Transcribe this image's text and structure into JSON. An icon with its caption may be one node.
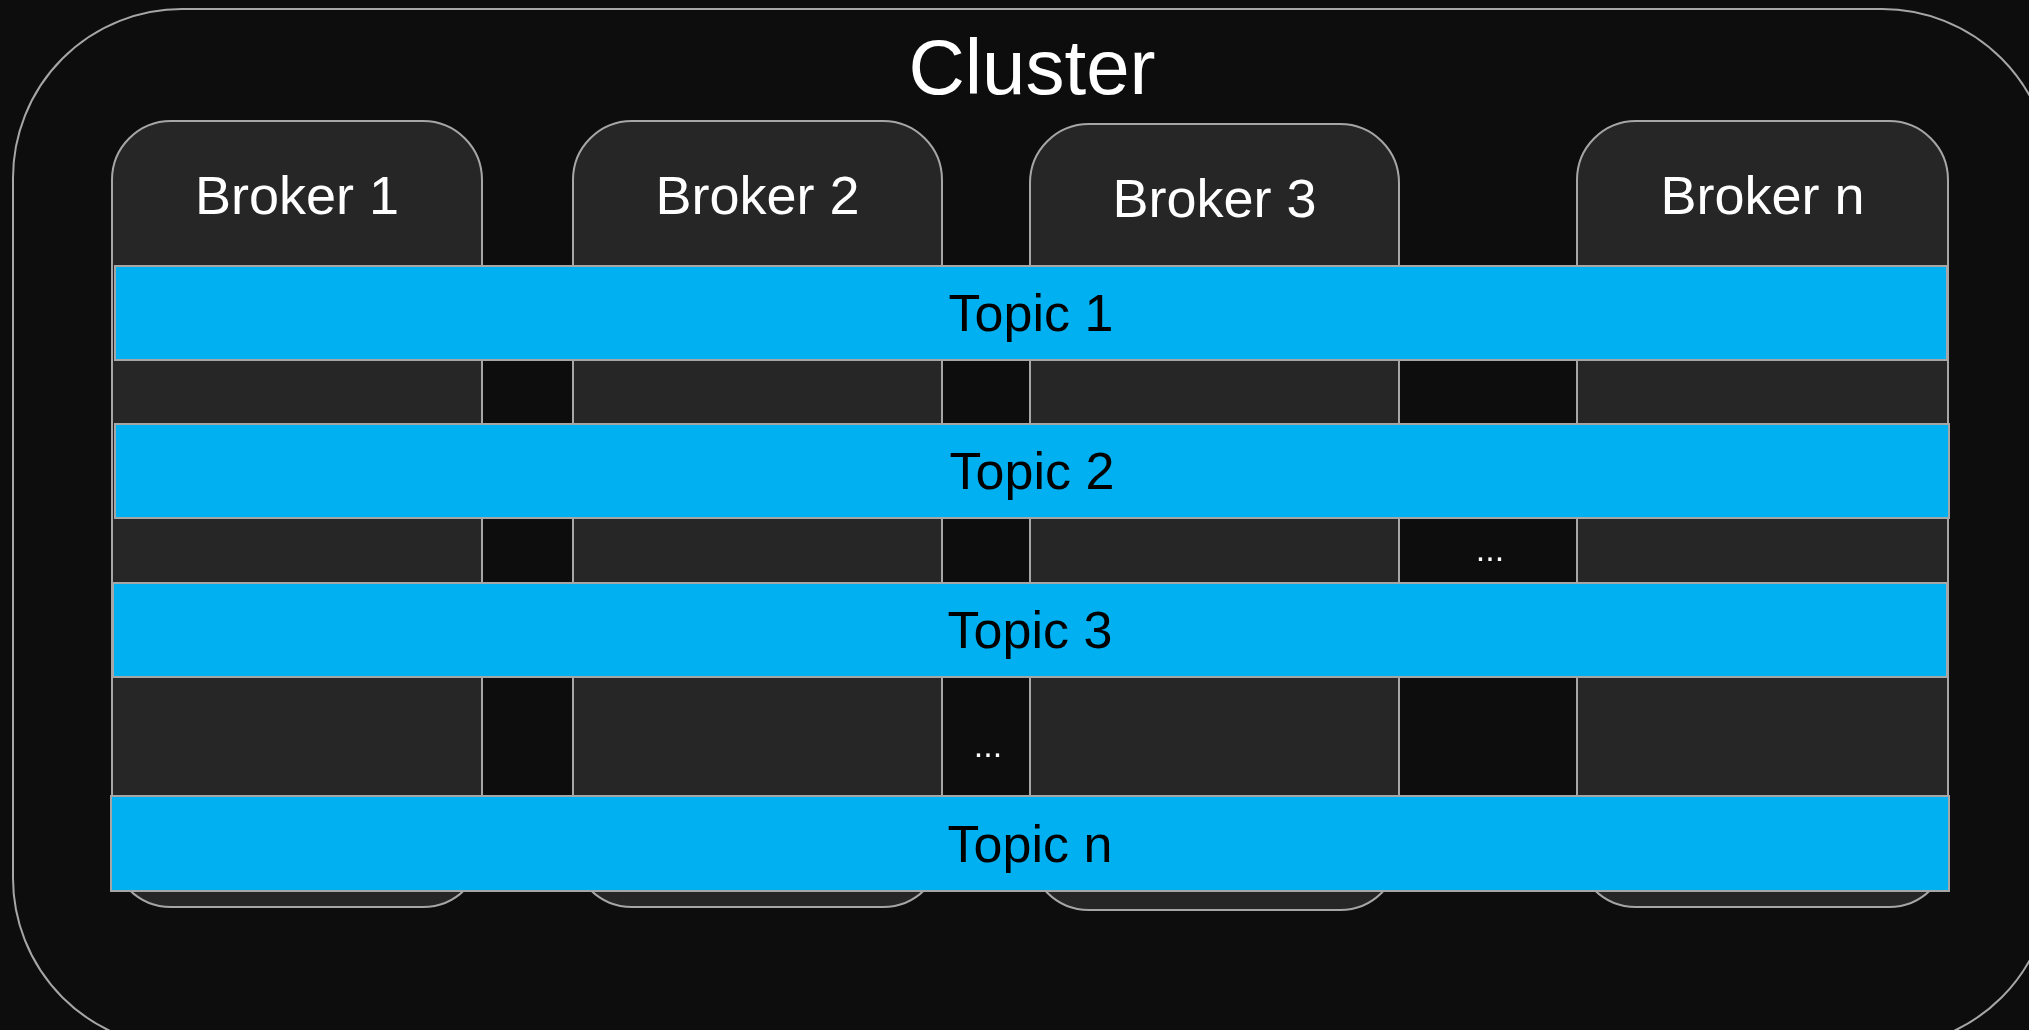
{
  "diagram": {
    "nodes": [
      {
        "text": [
          "Cluster"
        ]
      },
      {
        "text": [
          "Broker 1"
        ],
        "in": 0
      },
      {
        "text": [
          "Broker 2"
        ],
        "in": 0
      },
      {
        "text": [
          "Broker 3"
        ],
        "in": 0
      },
      {
        "text": [
          "Broker n"
        ],
        "in": 0
      },
      {
        "text": [
          "Topic 1"
        ],
        "in": 0
      },
      {
        "text": [
          "Topic 2"
        ],
        "in": 0
      },
      {
        "text": [
          "Topic 3"
        ],
        "in": 0
      },
      {
        "text": [
          "Topic n"
        ],
        "in": 0
      }
    ],
    "labels": [
      "...",
      "..."
    ]
  }
}
